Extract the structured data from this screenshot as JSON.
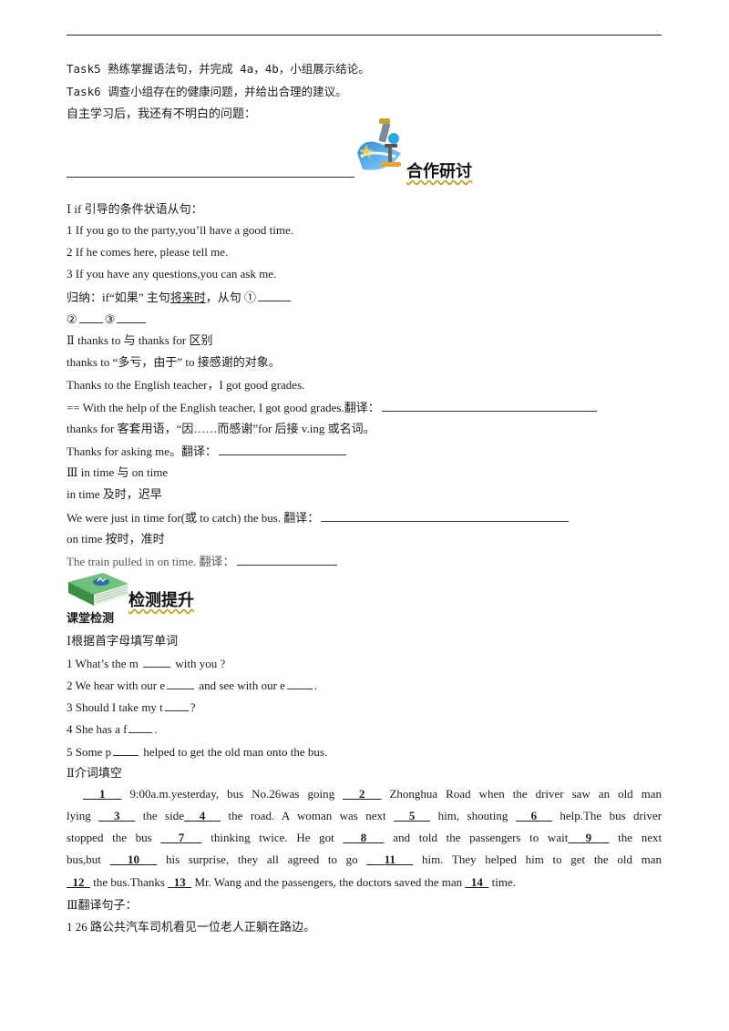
{
  "tasks": {
    "task5": "Task5 熟练掌握语法句，并完成 4a，4b，小组展示结论。",
    "task6": "Task6 调查小组存在的健康问题，并给出合理的建议。",
    "question": "自主学习后，我还有不明白的问题："
  },
  "section_coop": {
    "title": "合作研讨",
    "icon": "microscope-icon"
  },
  "part1": {
    "heading": "Ⅰ  if 引导的条件状语从句：",
    "s1": "1 If you go to the party,you’ll have a good time.",
    "s2": "2 If he comes here, please tell me.",
    "s3": " 3 If you have any questions,you can ask me.",
    "sum_a": "归纳：if“如果”  主句",
    "sum_b": "将来时",
    "sum_c": "，从句 ①",
    "sum_d": "②",
    "sum_e": "③"
  },
  "part2": {
    "heading": "Ⅱ  thanks  to  与  thanks  for  区别",
    "l1": "thanks  to  “多亏，由于”  to  接感谢的对象。",
    "l2": "    Thanks  to  the  English  teacher，I  got  good  grades.",
    "l3": "== With  the  help  of  the  English  teacher,  I  got  good  grades.翻译：",
    "l4": "thanks  for 客套用语，“因……而感谢”for  后接 v.ing  或名词。",
    "l5": "Thanks  for  asking  me。翻译："
  },
  "part3": {
    "heading": "Ⅲ  in  time  与 on  time",
    "l1": "in time 及时，迟早",
    "l2": "We were just in time for(或 to catch) the bus. 翻译：",
    "l3": "on time  按时，准时",
    "l4": "The train pulled in on time.  翻译："
  },
  "section_test": {
    "title": "检测提升",
    "icon": "book-icon"
  },
  "classroom": {
    "title": "课堂检测",
    "p1_heading": "Ⅰ根据首字母填写单词",
    "q1a": "1  What’s  the  m ",
    "q1b": " with  you  ?",
    "q2a": "2  We  hear  with  our  e",
    "q2b": " and  see  with  our  e",
    "q2c": ".",
    "q3a": "3  Should  I  take  my  t",
    "q3b": "?",
    "q4a": "4  She  has  a  f",
    "q4b": ".",
    "q5a": "5  Some  p",
    "q5b": " helped  to  get  the  old  man  onto  the  bus.",
    "p2_heading": "Ⅱ介词填空",
    "blanks": [
      "1",
      "2",
      "3",
      "4",
      "5",
      "6",
      "7",
      "8",
      "9",
      "10",
      "11",
      "12",
      "13",
      "14"
    ],
    "t0": "9:00a.m.yesterday,  bus  No.26was  going",
    "t1": "Zhonghua  Road  when  the  driver  saw  an  old  man",
    "t2": "lying",
    "t3": "the  side",
    "t4": "the  road.  A  woman  was  next",
    "t5": "him,  shouting",
    "t6": "help.The  bus  driver",
    "t7": "stopped  the  bus",
    "t8": "thinking  twice.  He  got",
    "t9": "and  told  the  passengers  to  wait",
    "t10": "the  next",
    "t11": "bus,but",
    "t12": "his  surprise,  they  all  agreed  to  go",
    "t13": "him.  They  helped  him  to  get  the  old  man",
    "t14": "the  bus.Thanks",
    "t15": "Mr.  Wang  and  the  passengers,  the  doctors  saved  the  man",
    "t16": "time.",
    "p3_heading": "Ⅲ翻译句子：",
    "tr1": "1  26 路公共汽车司机看见一位老人正躺在路边。"
  }
}
